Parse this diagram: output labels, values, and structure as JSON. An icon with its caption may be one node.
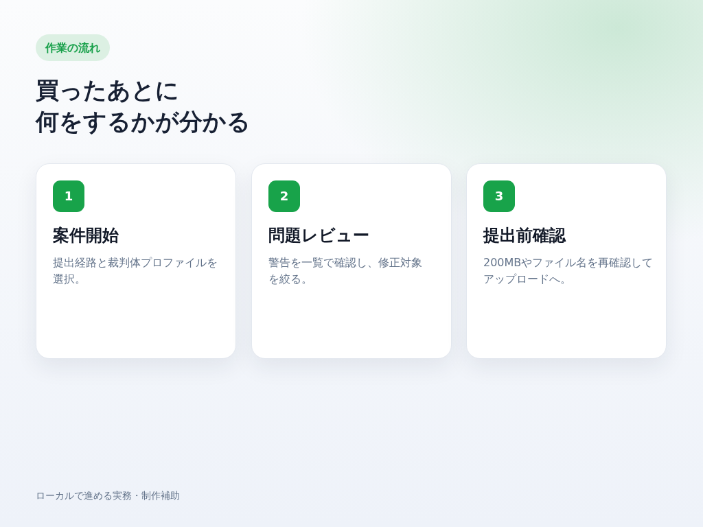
{
  "diagram": {
    "title": "買ったあとに何をするかが分かる",
    "nodes": [
      {
        "text": [
          "案件開始",
          "提出経路と裁判体プロファイルを選択。"
        ]
      },
      {
        "text": [
          "1"
        ],
        "in": 0
      },
      {
        "text": [
          "問題レビュー",
          "警告を一覧で確認し、修正対象を絞る。"
        ]
      },
      {
        "text": [
          "2"
        ],
        "in": 2
      },
      {
        "text": [
          "提出前確認",
          "200MBやファイル名を再確認してアップロードへ。"
        ]
      },
      {
        "text": [
          "3"
        ],
        "in": 4
      }
    ],
    "labels": [
      "作業の流れ",
      "ローカルで進める実務・制作補助"
    ]
  }
}
